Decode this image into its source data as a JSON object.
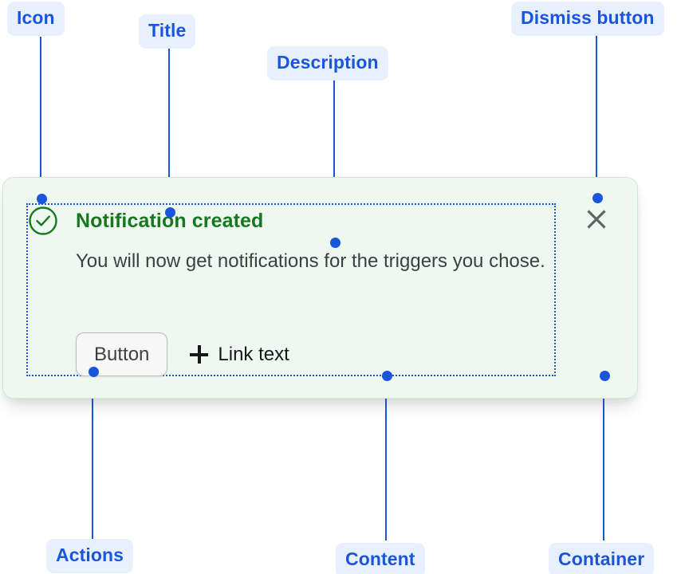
{
  "annotations": [
    {
      "id": "icon",
      "label": "Icon"
    },
    {
      "id": "title",
      "label": "Title"
    },
    {
      "id": "description",
      "label": "Description"
    },
    {
      "id": "dismiss_button",
      "label": "Dismiss button"
    },
    {
      "id": "actions",
      "label": "Actions"
    },
    {
      "id": "content",
      "label": "Content"
    },
    {
      "id": "container",
      "label": "Container"
    }
  ],
  "notification": {
    "status": "success",
    "icon_name": "check-circle-icon",
    "title": "Notification created",
    "description": "You will now get notifications for the triggers you chose.",
    "actions": {
      "button_label": "Button",
      "link_icon_name": "plus-icon",
      "link_label": "Link text"
    },
    "dismiss": {
      "icon_name": "close-icon",
      "aria_label": "Dismiss"
    }
  },
  "colors": {
    "annotation_pill_bg": "#e8f0fe",
    "annotation_text": "#1a56db",
    "leader_line": "#1a56db",
    "container_bg": "#eef8f1",
    "container_border": "#cfe7d7",
    "success_green": "#15781f",
    "body_text": "#3c4043",
    "link_text": "#17181a",
    "button_bg": "#f7f7f7",
    "button_border": "#b9bcc0",
    "dismiss_icon": "#5f6368"
  }
}
